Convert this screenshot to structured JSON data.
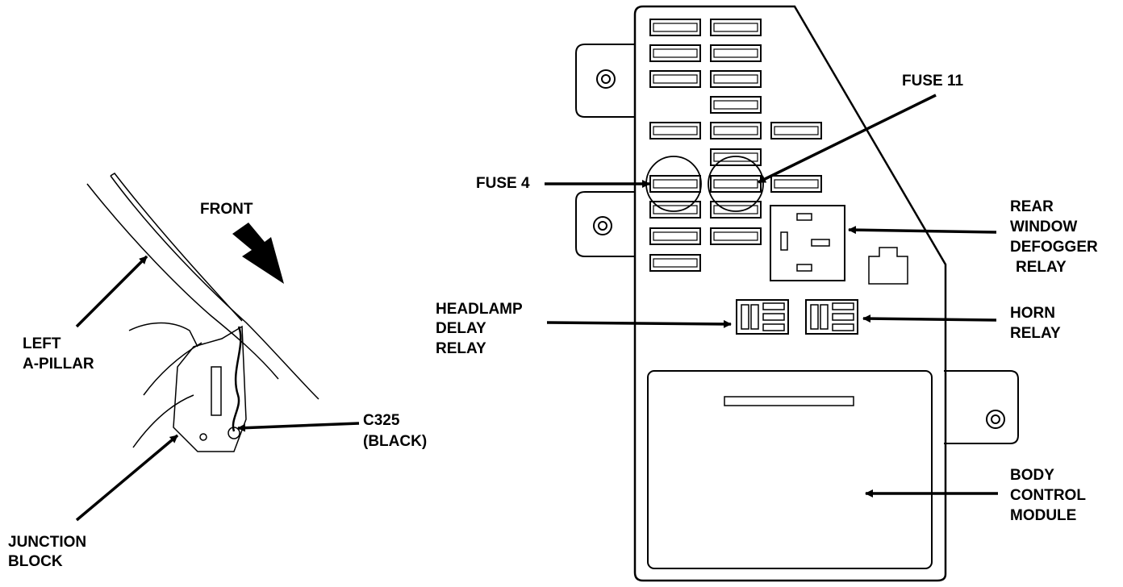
{
  "labels": {
    "front": "FRONT",
    "left_a_pillar": [
      "LEFT",
      "A-PILLAR"
    ],
    "junction_block": [
      "JUNCTION",
      "BLOCK"
    ],
    "c325": [
      "C325",
      "(BLACK)"
    ],
    "fuse4": "FUSE 4",
    "fuse11": "FUSE 11",
    "headlamp_delay_relay": [
      "HEADLAMP",
      "DELAY",
      "RELAY"
    ],
    "rear_window_defogger_relay": [
      "REAR",
      "WINDOW",
      "DEFOGGER",
      "RELAY"
    ],
    "horn_relay": [
      "HORN",
      "RELAY"
    ],
    "body_control_module": [
      "BODY",
      "CONTROL",
      "MODULE"
    ]
  }
}
